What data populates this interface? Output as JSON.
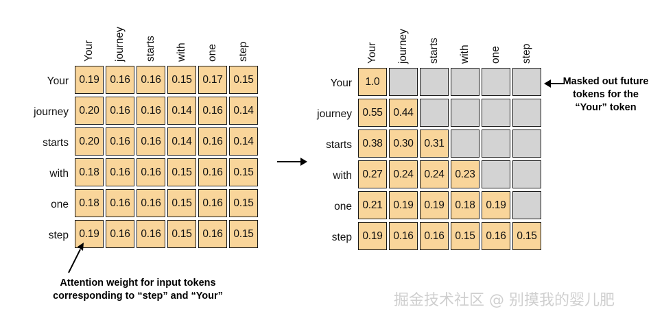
{
  "tokens": [
    "Your",
    "journey",
    "starts",
    "with",
    "one",
    "step"
  ],
  "left_matrix": {
    "values": [
      [
        "0.19",
        "0.16",
        "0.16",
        "0.15",
        "0.17",
        "0.15"
      ],
      [
        "0.20",
        "0.16",
        "0.16",
        "0.14",
        "0.16",
        "0.14"
      ],
      [
        "0.20",
        "0.16",
        "0.16",
        "0.14",
        "0.16",
        "0.14"
      ],
      [
        "0.18",
        "0.16",
        "0.16",
        "0.15",
        "0.16",
        "0.15"
      ],
      [
        "0.18",
        "0.16",
        "0.16",
        "0.15",
        "0.16",
        "0.15"
      ],
      [
        "0.19",
        "0.16",
        "0.16",
        "0.15",
        "0.16",
        "0.15"
      ]
    ]
  },
  "right_matrix": {
    "values": [
      [
        "1.0",
        null,
        null,
        null,
        null,
        null
      ],
      [
        "0.55",
        "0.44",
        null,
        null,
        null,
        null
      ],
      [
        "0.38",
        "0.30",
        "0.31",
        null,
        null,
        null
      ],
      [
        "0.27",
        "0.24",
        "0.24",
        "0.23",
        null,
        null
      ],
      [
        "0.21",
        "0.19",
        "0.19",
        "0.18",
        "0.19",
        null
      ],
      [
        "0.19",
        "0.16",
        "0.16",
        "0.15",
        "0.16",
        "0.15"
      ]
    ]
  },
  "notes": {
    "masked": "Masked out future tokens for the “Your” token",
    "attention": "Attention weight for input tokens corresponding to “step” and “Your”"
  },
  "watermark": "掘金技术社区 @ 别摸我的婴儿肥",
  "colors": {
    "value_cell": "#f9d59a",
    "masked_cell": "#d3d3d3",
    "border": "#1a1a1a"
  }
}
